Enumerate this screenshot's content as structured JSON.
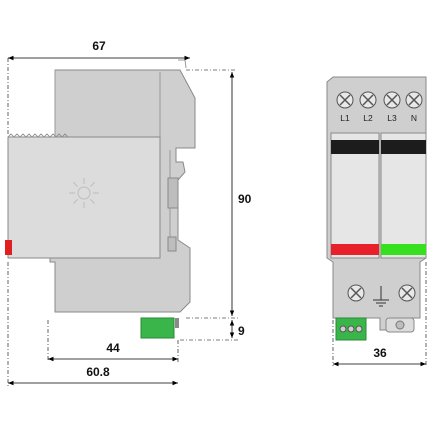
{
  "dimensions": {
    "width_top": "67",
    "height": "90",
    "terminal_height": "9",
    "depth_short": "44",
    "depth_long": "60.8",
    "width_front": "36"
  },
  "terminals": {
    "top": [
      "L1",
      "L2",
      "L3",
      "N"
    ]
  },
  "colors": {
    "body": "#cfcfcf",
    "indicator_red": "#e8202a",
    "indicator_green": "#36e01e",
    "connector_green": "#3ab54a",
    "marker_red": "#e02020"
  }
}
